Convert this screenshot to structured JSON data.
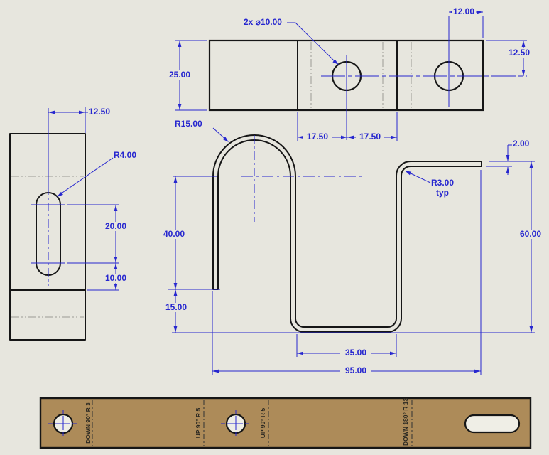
{
  "colors": {
    "background": "#e7e6de",
    "edge": "#161616",
    "dimension": "#2727cf",
    "centerline_gray": "#9b9b94",
    "sheet_metal_fill": "#ad8b59",
    "hole_fill": "#efeee6",
    "bend_note": "#2b2922"
  },
  "views": {
    "front_view": {
      "dim_width": "12.50",
      "note_slot_radius": "R4.00",
      "dim_slot_length": "20.00",
      "dim_slot_offset": "10.00"
    },
    "top_view": {
      "note_holes": "2x ⌀10.00",
      "dim_depth": "25.00",
      "dim_pitch_left": "17.50",
      "dim_pitch_right": "17.50",
      "dim_hole_to_edge": "12.00",
      "dim_edge_offset": "12.50"
    },
    "profile_view": {
      "note_bend_radius": "R15.00",
      "dim_leg_height": "40.00",
      "dim_foot_height": "15.00",
      "dim_base_width": "35.00",
      "dim_overall_width": "95.00",
      "dim_overall_height": "60.00",
      "dim_thickness": "2.00",
      "note_corner_radius": "R3.00",
      "note_corner_radius_qualifier": "typ"
    },
    "flat_pattern": {
      "bend_notes": [
        {
          "label": "DOWN 90° R 3"
        },
        {
          "label": "UP 90° R 5"
        },
        {
          "label": "UP 90° R 5"
        },
        {
          "label": "DOWN 180° R 13"
        }
      ]
    }
  }
}
